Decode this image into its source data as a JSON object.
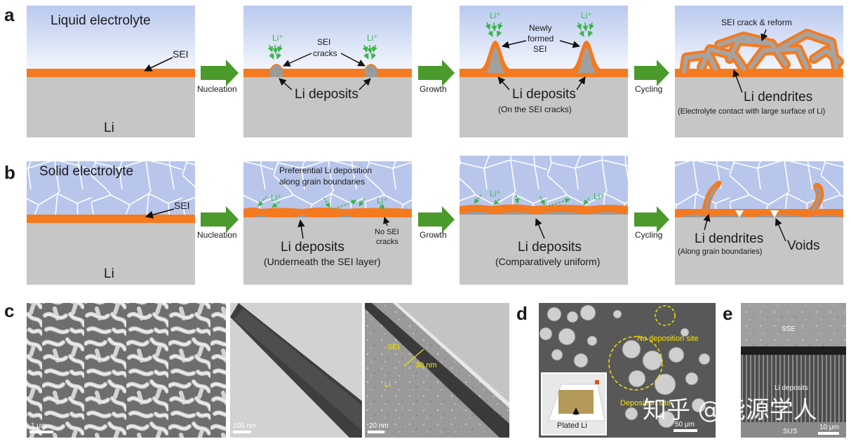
{
  "panels": {
    "a": "a",
    "b": "b",
    "c": "c",
    "d": "d",
    "e": "e"
  },
  "row_a": {
    "electrolyte": "Liquid electrolyte",
    "sei": "SEI",
    "li": "Li",
    "step1": "Nucleation",
    "step2": "Growth",
    "step3": "Cycling",
    "li_ion": "Li⁺",
    "sei_cracks_1": "SEI",
    "sei_cracks_2": "cracks",
    "li_deposits": "Li deposits",
    "newly_1": "Newly",
    "newly_2": "formed",
    "newly_3": "SEI",
    "on_cracks": "(On the SEI cracks)",
    "crack_reform": "SEI crack & reform",
    "dendrites": "Li dendrites",
    "contact": "(Electrolyte contact with large surface of Li)"
  },
  "row_b": {
    "electrolyte": "Solid electrolyte",
    "sei": "SEI",
    "li": "Li",
    "step1": "Nucleation",
    "step2": "Growth",
    "step3": "Cycling",
    "li_ion": "Li⁺",
    "preferential_1": "Preferential Li deposition",
    "preferential_2": "along grain boundaries",
    "li_deposits": "Li deposits",
    "underneath": "(Underneath the SEI layer)",
    "no_sei_1": "No SEI",
    "no_sei_2": "cracks",
    "uniform": "(Comparatively uniform)",
    "dendrites": "Li dendrites",
    "along": "(Along grain boundaries)",
    "voids": "Voids"
  },
  "micrographs": {
    "c1_scale": "1 μm",
    "c2_scale": "100 nm",
    "c3_sei": "SEI",
    "c3_thickness": "30 nm",
    "c3_li": "Li",
    "c3_scale": "20 nm",
    "d_no_site": "No deposition site",
    "d_site": "Deposition site",
    "d_plated": "Plated Li",
    "d_scale": "50 μm",
    "e_sse": "SSE",
    "e_deposits": "Li deposits",
    "e_sus": "SUS",
    "e_scale": "10 μm"
  },
  "watermark": "知乎 @能源学人",
  "colors": {
    "liquid_top": "#b9c9ef",
    "liquid_bottom": "#f2f5fc",
    "solid": "#b8c6ec",
    "sei": "#f47a20",
    "li_metal": "#c6c6c6",
    "arrow": "#4a9a2c",
    "li_ion": "#3bb54a"
  }
}
